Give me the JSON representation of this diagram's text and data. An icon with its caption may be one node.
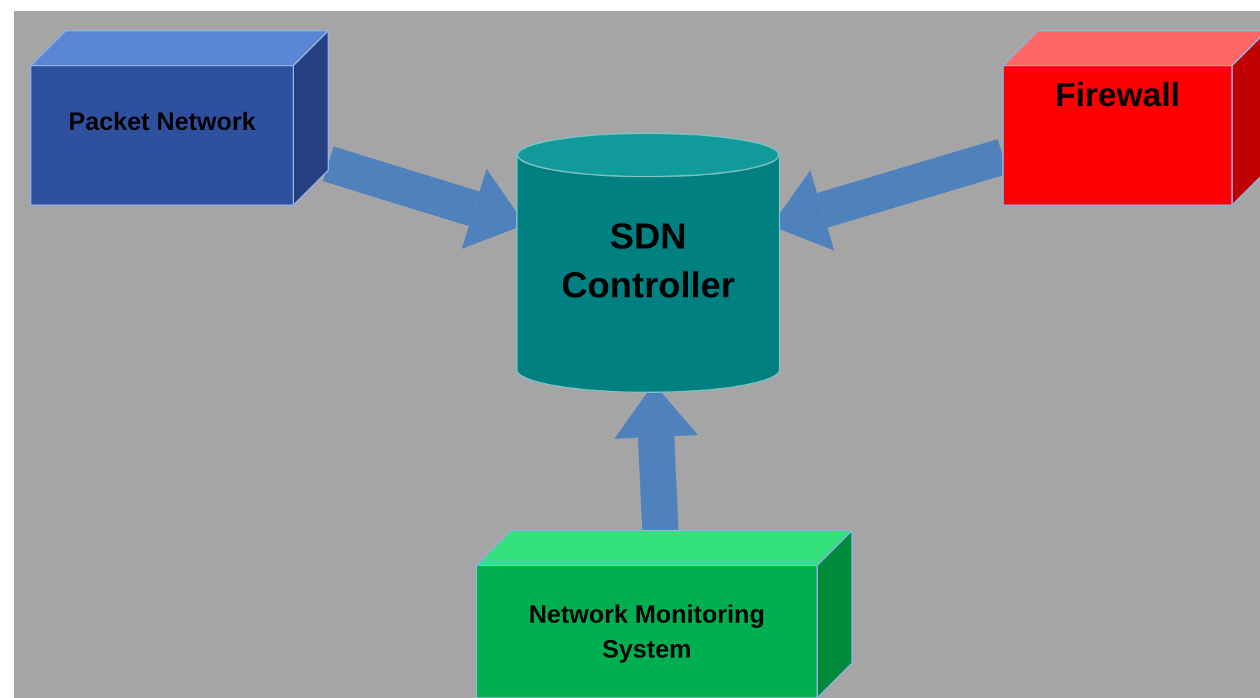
{
  "diagram": {
    "nodes": [
      {
        "text": [
          "Packet Network"
        ]
      },
      {
        "text": [
          "Firewall"
        ]
      },
      {
        "text": [
          "SDN Controller"
        ]
      },
      {
        "text": [
          "Network Monitoring System"
        ]
      }
    ],
    "edges": [
      {
        "from": 0,
        "to": 2,
        "arrow": "to"
      },
      {
        "from": 1,
        "to": 2,
        "arrow": "to"
      },
      {
        "from": 3,
        "to": 2,
        "arrow": "to"
      }
    ]
  }
}
